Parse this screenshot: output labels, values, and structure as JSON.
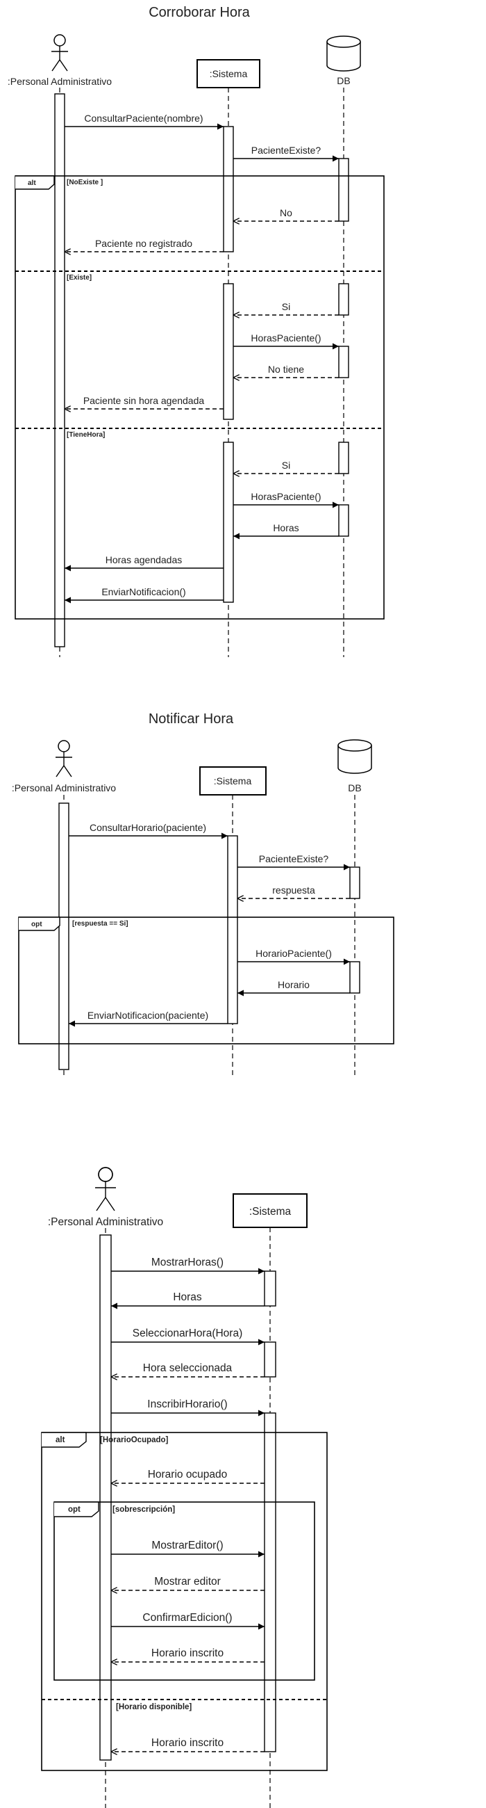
{
  "diagram1": {
    "title": "Corroborar Hora",
    "actor_label": ":Personal Administrativo",
    "sistema_label": ":Sistema",
    "db_label": "DB",
    "messages": [
      "ConsultarPaciente(nombre)",
      "PacienteExiste?",
      "No",
      "Paciente no registrado",
      "Si",
      "HorasPaciente()",
      "No tiene",
      "Paciente sin hora agendada",
      "Si",
      "HorasPaciente()",
      "Horas",
      "Horas agendadas",
      "EnviarNotificacion()"
    ],
    "fragment": {
      "operator": "alt",
      "guards": [
        "[NoExiste ]",
        "[Existe]",
        "[TieneHora]"
      ]
    }
  },
  "diagram2": {
    "title": "Notificar Hora",
    "actor_label": ":Personal Administrativo",
    "sistema_label": ":Sistema",
    "db_label": "DB",
    "messages": [
      "ConsultarHorario(paciente)",
      "PacienteExiste?",
      "respuesta",
      "HorarioPaciente()",
      "Horario",
      "EnviarNotificacion(paciente)"
    ],
    "fragment": {
      "operator": "opt",
      "guard": "[respuesta == Si]"
    }
  },
  "diagram3": {
    "actor_label": ":Personal Administrativo",
    "sistema_label": ":Sistema",
    "messages": [
      "MostrarHoras()",
      "Horas",
      "SeleccionarHora(Hora)",
      "Hora seleccionada",
      "InscribirHorario()",
      "Horario ocupado",
      "MostrarEditor()",
      "Mostrar editor",
      "ConfirmarEdicion()",
      "Horario inscrito",
      "Horario inscrito"
    ],
    "alt_fragment": {
      "operator": "alt",
      "guards": [
        "[HorarioOcupado]",
        "[Horario disponible]"
      ]
    },
    "opt_fragment": {
      "operator": "opt",
      "guard": "[sobrescripción]"
    }
  }
}
